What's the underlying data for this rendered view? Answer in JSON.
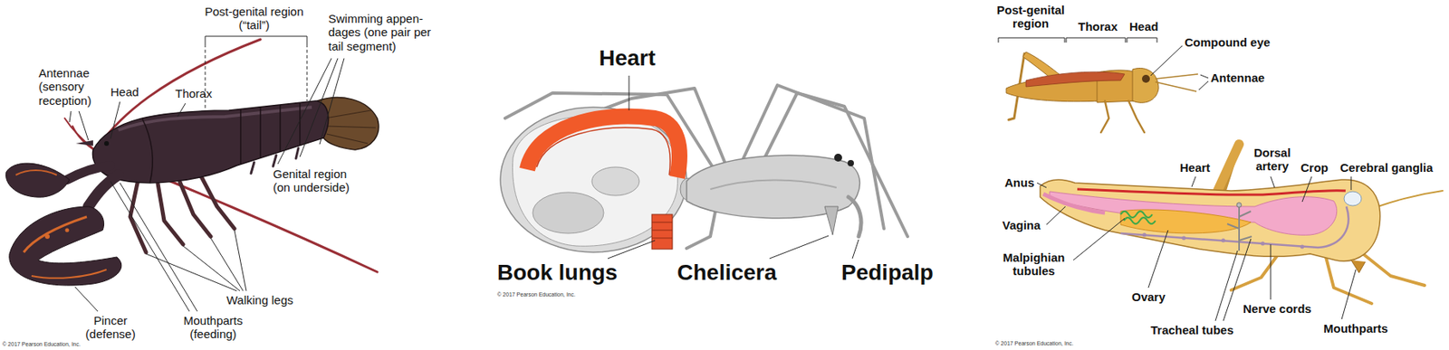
{
  "diagram": {
    "labels": [
      "Post-genital region (“tail”)",
      "Swimming appen- dages (one pair per tail segment)",
      "Antennae (sensory reception)",
      "Head",
      "Thorax",
      "Genital region (on underside)",
      "Pincer (defense)",
      "Mouthparts (feeding)",
      "Walking legs",
      "© 2017 Pearson Education, Inc.",
      "Heart",
      "Book lungs",
      "Chelicera",
      "Pedipalp",
      "© 2017 Pearson Education, Inc.",
      "Post-genital region",
      "Thorax",
      "Head",
      "Compound eye",
      "Antennae",
      "Anus",
      "Heart",
      "Dorsal artery",
      "Crop",
      "Cerebral ganglia",
      "Vagina",
      "Malpighian tubules",
      "Ovary",
      "Nerve cords",
      "Tracheal tubes",
      "Mouthparts",
      "© 2017 Pearson Education, Inc."
    ]
  }
}
